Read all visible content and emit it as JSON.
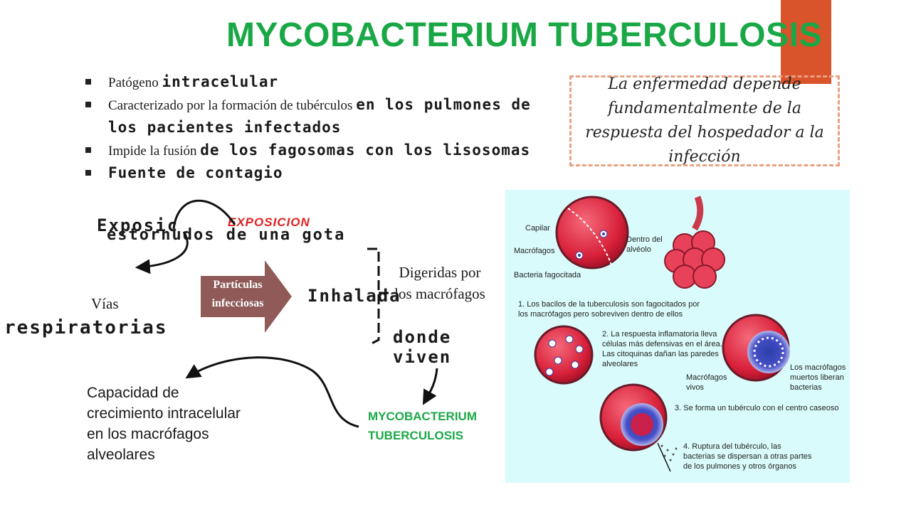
{
  "slide": {
    "title": "MYCOBACTERIUM TUBERCULOSIS",
    "bullets": [
      {
        "lead": "Patógeno ",
        "rest": "intracelular"
      },
      {
        "lead": "Caracterizado por la formación de tubérculos ",
        "rest": "en los pulmones de los pacientes infectados"
      },
      {
        "lead": "Impide la fusión ",
        "rest": "de los fagosomas con los lisosomas"
      },
      {
        "lead": "",
        "rest": "Fuente de contagio"
      }
    ],
    "overlap_text": "estornudos de una gota",
    "fragment_left": "Exposic",
    "quote": "La enfermedad depende fundamentalmente de la respuesta del hospedador a la infección",
    "exposicion": "EXPOSICION",
    "vias_word": "Vías",
    "vias_garbled": "respiratorias",
    "particulas": "Partículas infecciosas",
    "inhaladas": "Inhalada",
    "digeridas": "Digeridas por los macrófagos",
    "digeridas_garbled_1": "donde",
    "digeridas_garbled_2": "viven",
    "capacidad": "Capacidad de crecimiento intracelular en los macrófagos alveolares",
    "myco": "MYCOBACTERIUM TUBERCULOSIS"
  },
  "figure": {
    "labels": {
      "capilar": "Capilar",
      "macrofagos": "Macrófagos",
      "bacteria": "Bacteria fagocitada",
      "dentro": "Dentro del",
      "alveolo": "alvéolo",
      "macrofagos_vivos_1": "Macrófagos",
      "macrofagos_vivos_2": "vivos",
      "muertos_1": "Los macrófagos",
      "muertos_2": "muertos liberan",
      "muertos_3": "bacterias"
    },
    "captions": {
      "c1a": "1. Los bacilos de la tuberculosis son fagocitados por",
      "c1b": "los macrófagos pero sobreviven dentro de ellos",
      "c2a": "2. La respuesta inflamatoria lleva",
      "c2b": "células más defensivas en el área.",
      "c2c": "Las citoquinas dañan las paredes",
      "c2d": "alveolares",
      "c3": "3. Se forma un tubérculo con el centro caseoso",
      "c4a": "4. Ruptura del tubérculo, las",
      "c4b": "bacterias se dispersan a otras partes",
      "c4c": "de los pulmones y otros órganos"
    }
  },
  "colors": {
    "title_green": "#1aa847",
    "accent": "#d9532b",
    "quote_border": "#e8a280",
    "arrow_fill": "#8f5a57",
    "exposicion_red": "#e22020",
    "figure_bg": "#d9fbfb"
  }
}
